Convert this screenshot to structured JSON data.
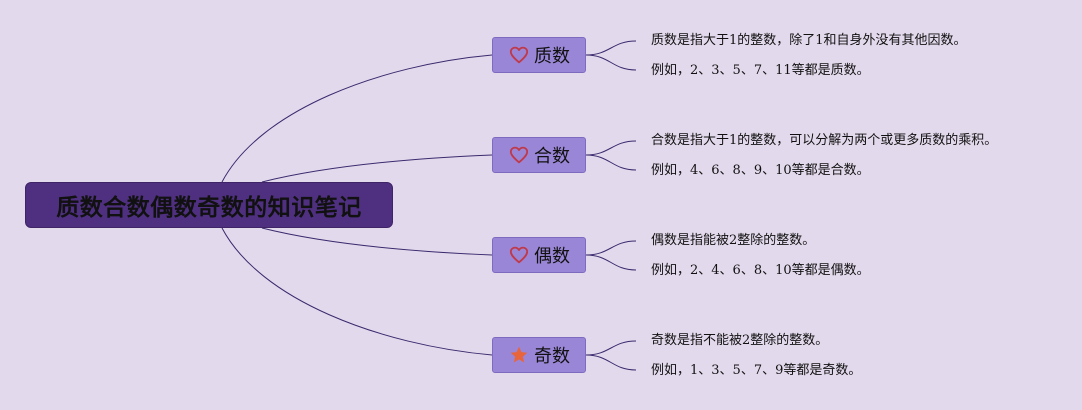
{
  "root": {
    "title": "质数合数偶数奇数的知识笔记"
  },
  "branches": [
    {
      "label": "质数",
      "icon": "heart-icon",
      "details": [
        "质数是指大于1的整数，除了1和自身外没有其他因数。",
        "例如，2、3、5、7、11等都是质数。"
      ]
    },
    {
      "label": "合数",
      "icon": "heart-icon",
      "details": [
        "合数是指大于1的整数，可以分解为两个或更多质数的乘积。",
        "例如，4、6、8、9、10等都是合数。"
      ]
    },
    {
      "label": "偶数",
      "icon": "heart-icon",
      "details": [
        "偶数是指能被2整除的整数。",
        "例如，2、4、6、8、10等都是偶数。"
      ]
    },
    {
      "label": "奇数",
      "icon": "star-icon",
      "details": [
        "奇数是指不能被2整除的整数。",
        "例如，1、3、5、7、9等都是奇数。"
      ]
    }
  ],
  "colors": {
    "background": "#e3d9ec",
    "root_fill": "#4f3080",
    "branch_fill": "#9a86d6",
    "connector": "#3a2a6e",
    "heart": "#c0394a",
    "star": "#e8643a"
  }
}
